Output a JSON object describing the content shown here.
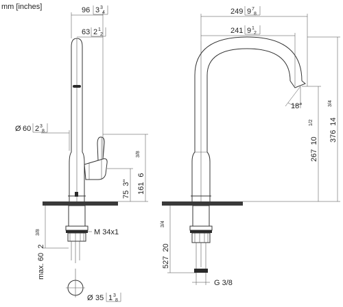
{
  "units_label": "mm [inches]",
  "side_view": {
    "width_top": {
      "mm": "96",
      "in_whole": "3",
      "in_num": "3",
      "in_den": "4"
    },
    "spout_width": {
      "mm": "63",
      "in_whole": "2",
      "in_num": "1",
      "in_den": "2"
    },
    "diameter": {
      "mm": "60",
      "in_whole": "2",
      "in_num": "3",
      "in_den": "8"
    },
    "body_height": {
      "mm": "161",
      "in_whole": "6",
      "in_num": "3",
      "in_den": "8"
    },
    "lever_height": {
      "mm": "75",
      "in": "3"
    },
    "thread_label": "M 34x1",
    "max_thickness": {
      "prefix": "max. 60",
      "in_whole": "2",
      "in_num": "3",
      "in_den": "8"
    },
    "hole_diameter": {
      "mm": "35",
      "in_whole": "1",
      "in_num": "3",
      "in_den": "8"
    }
  },
  "front_view": {
    "reach_outer": {
      "mm": "249",
      "in_whole": "9",
      "in_num": "7",
      "in_den": "8"
    },
    "reach_inner": {
      "mm": "241",
      "in_whole": "9",
      "in_num": "1",
      "in_den": "2"
    },
    "angle_label": "18°",
    "spout_height": {
      "mm": "267",
      "in_whole": "10",
      "in_num": "1",
      "in_den": "2"
    },
    "total_height": {
      "mm": "376",
      "in_whole": "14",
      "in_num": "3",
      "in_den": "4"
    },
    "below_deck": {
      "mm": "527",
      "in_whole": "20",
      "in_num": "3",
      "in_den": "4"
    },
    "hose_thread": "G 3/8"
  }
}
